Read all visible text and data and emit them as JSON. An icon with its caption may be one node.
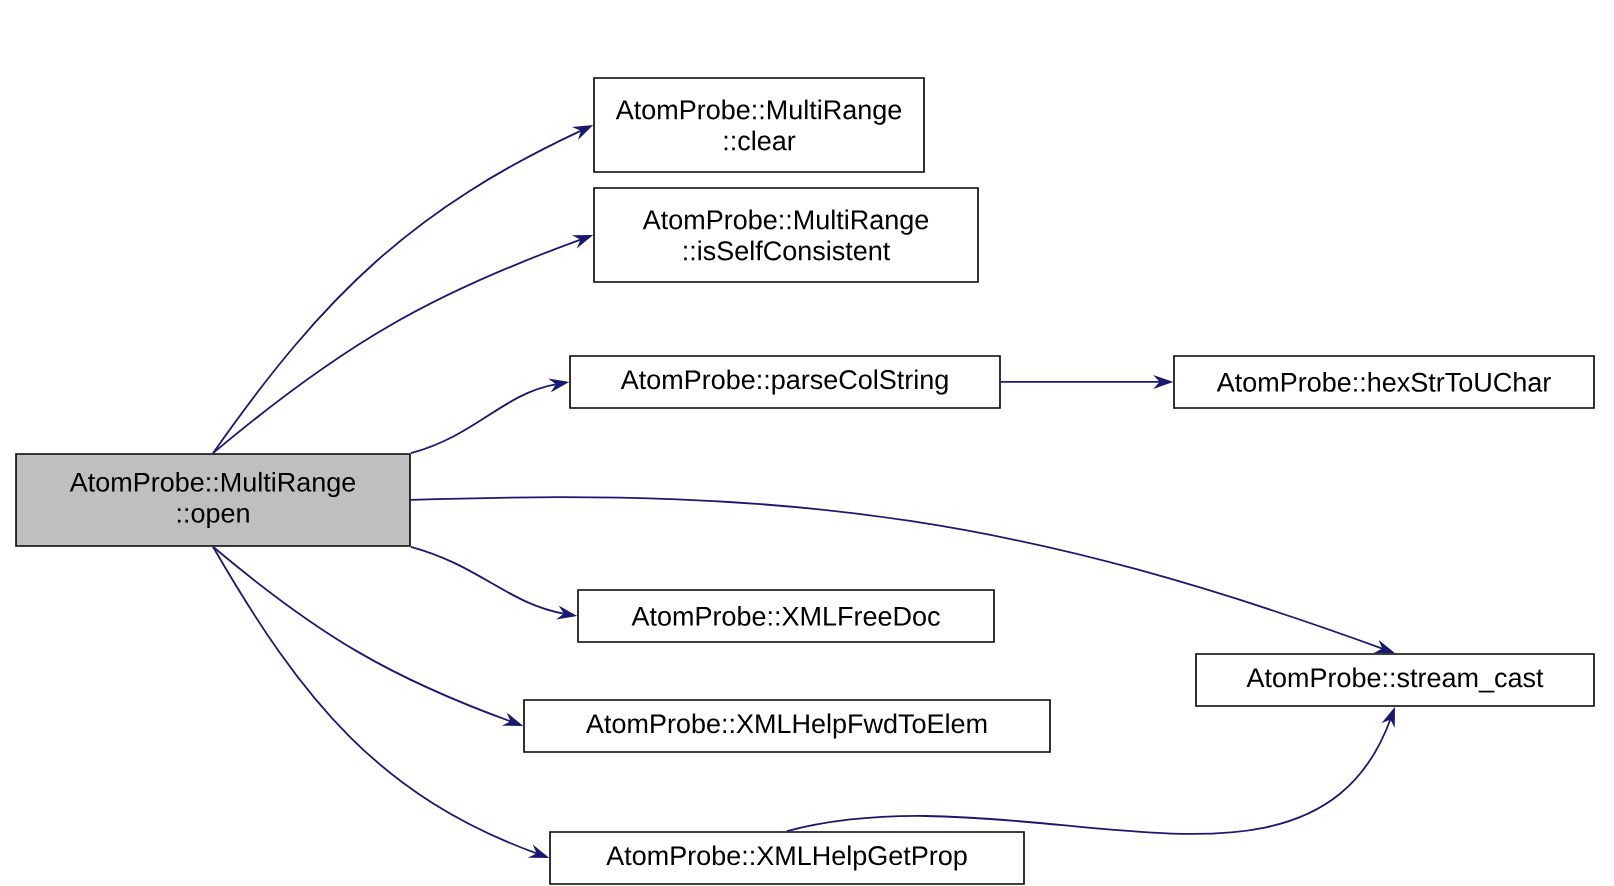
{
  "diagram": {
    "nodes": [
      {
        "text": [
          "AtomProbe::MultiRange ::open"
        ]
      },
      {
        "text": [
          "AtomProbe::MultiRange ::clear"
        ]
      },
      {
        "text": [
          "AtomProbe::MultiRange ::isSelfConsistent"
        ]
      },
      {
        "text": [
          "AtomProbe::parseColString"
        ]
      },
      {
        "text": [
          "AtomProbe::hexStrToUChar"
        ]
      },
      {
        "text": [
          "AtomProbe::XMLFreeDoc"
        ]
      },
      {
        "text": [
          "AtomProbe::XMLHelpFwdToElem"
        ]
      },
      {
        "text": [
          "AtomProbe::XMLHelpGetProp"
        ]
      },
      {
        "text": [
          "AtomProbe::stream_cast"
        ]
      }
    ],
    "edges": [
      {
        "from": 0,
        "to": 1,
        "arrow": "to"
      },
      {
        "from": 0,
        "to": 2,
        "arrow": "to"
      },
      {
        "from": 0,
        "to": 3,
        "arrow": "to"
      },
      {
        "from": 3,
        "to": 4,
        "arrow": "to"
      },
      {
        "from": 0,
        "to": 8,
        "arrow": "to"
      },
      {
        "from": 0,
        "to": 5,
        "arrow": "to"
      },
      {
        "from": 0,
        "to": 6,
        "arrow": "to"
      },
      {
        "from": 0,
        "to": 7,
        "arrow": "to"
      },
      {
        "from": 7,
        "to": 8,
        "arrow": "to"
      }
    ]
  }
}
